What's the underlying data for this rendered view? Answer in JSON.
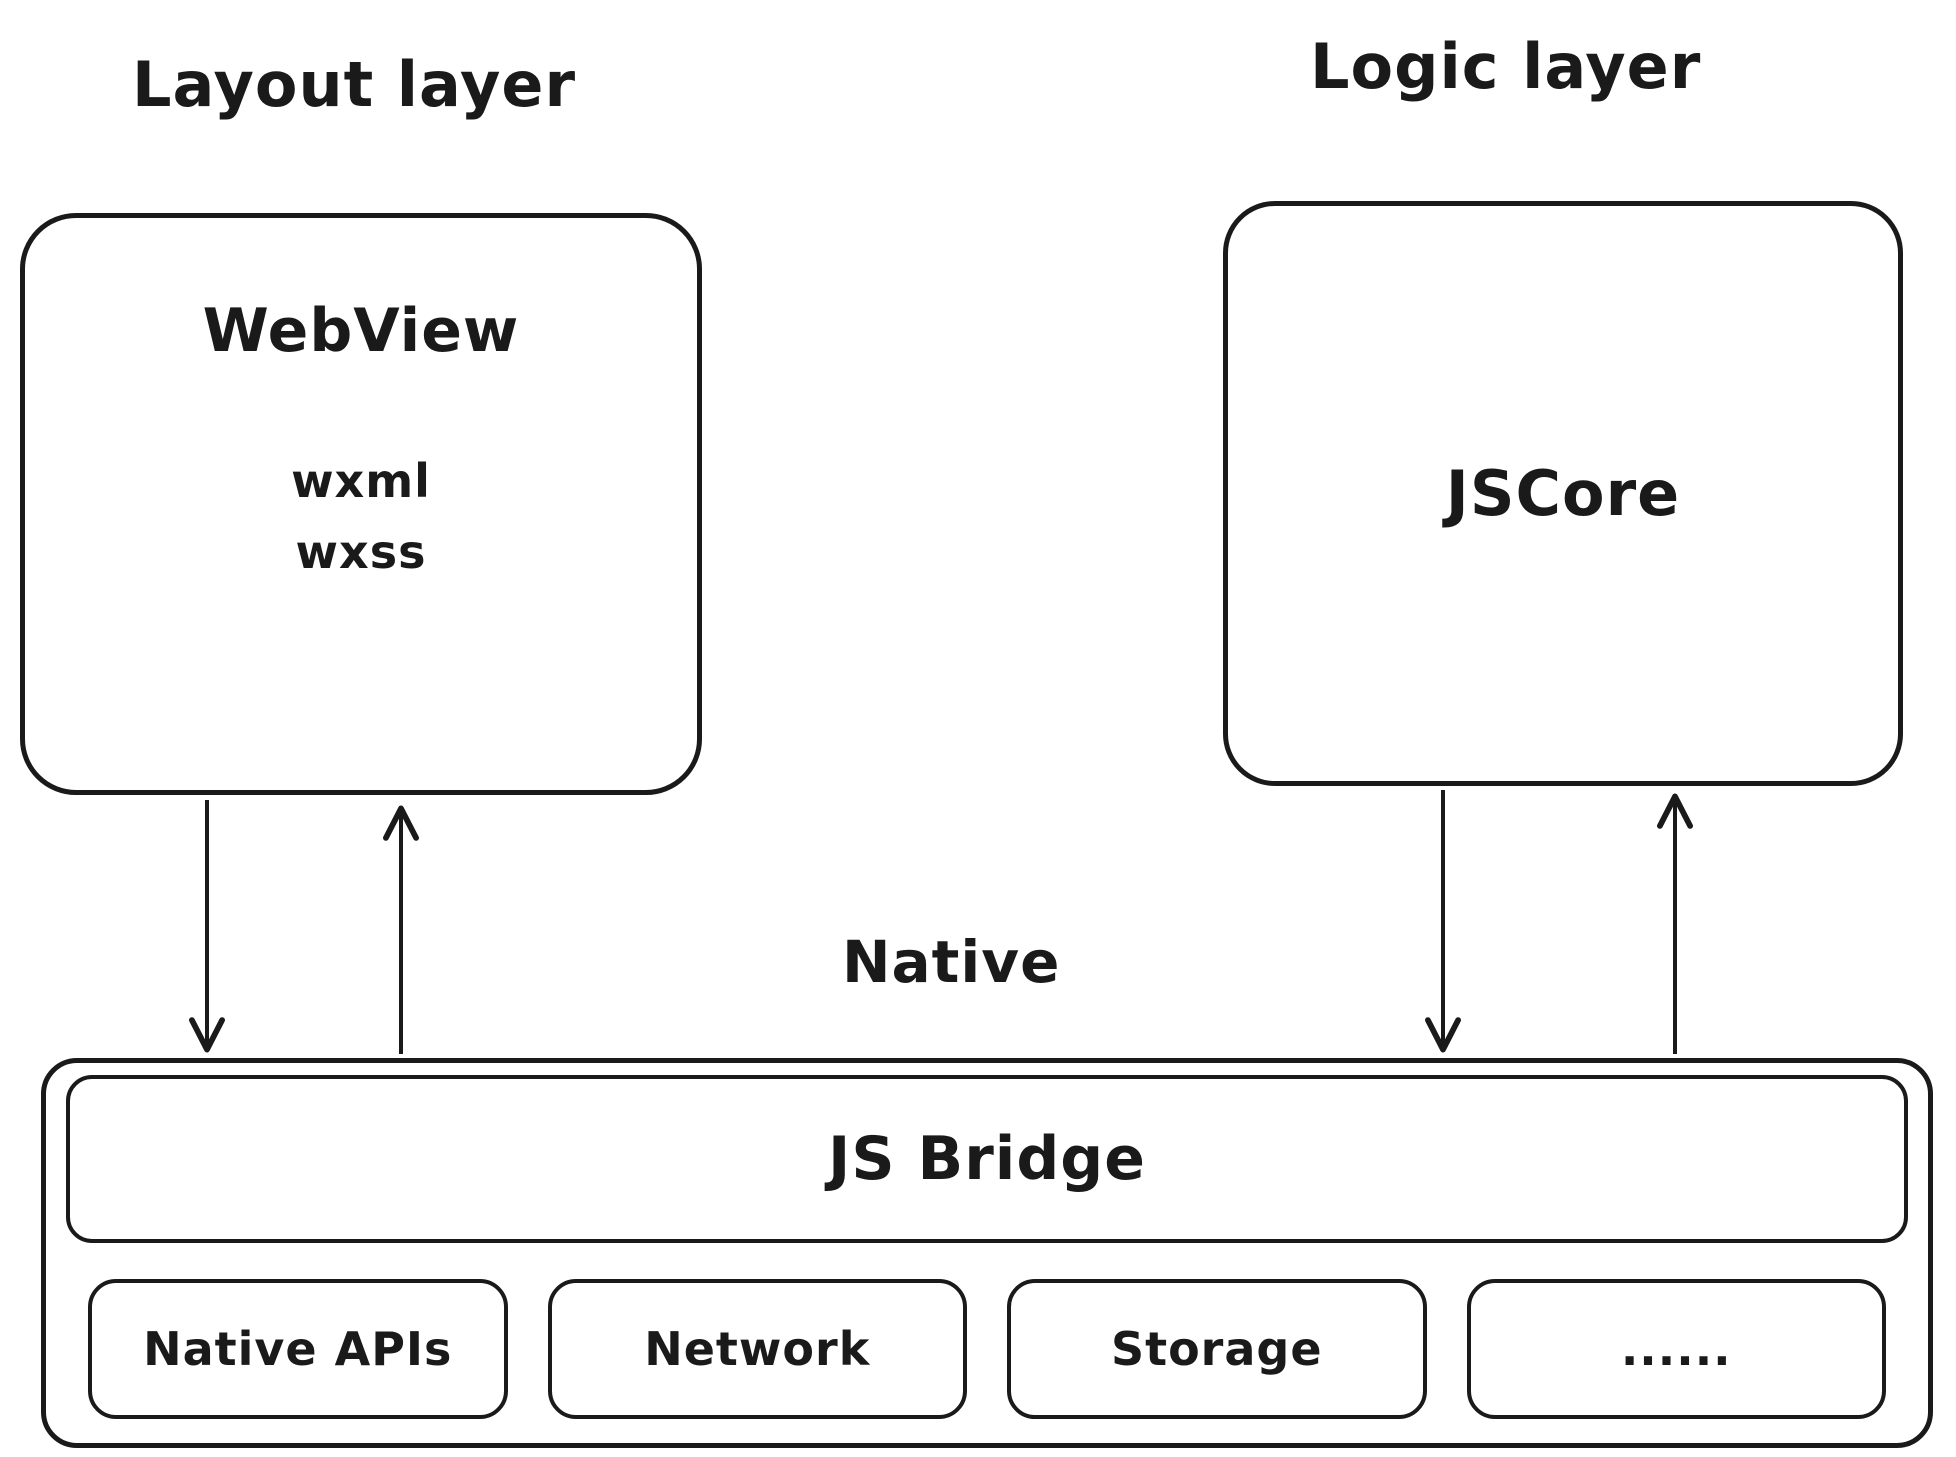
{
  "colors": {
    "stroke": "#1a1a1a",
    "background": "#ffffff"
  },
  "labels": {
    "layout_layer": "Layout layer",
    "logic_layer": "Logic layer",
    "native": "Native"
  },
  "webview": {
    "title": "WebView",
    "items": [
      "wxml",
      "wxss"
    ]
  },
  "jscore": {
    "title": "JSCore"
  },
  "native_platform": {
    "js_bridge": "JS Bridge",
    "modules": [
      "Native APIs",
      "Network",
      "Storage",
      "......"
    ]
  }
}
